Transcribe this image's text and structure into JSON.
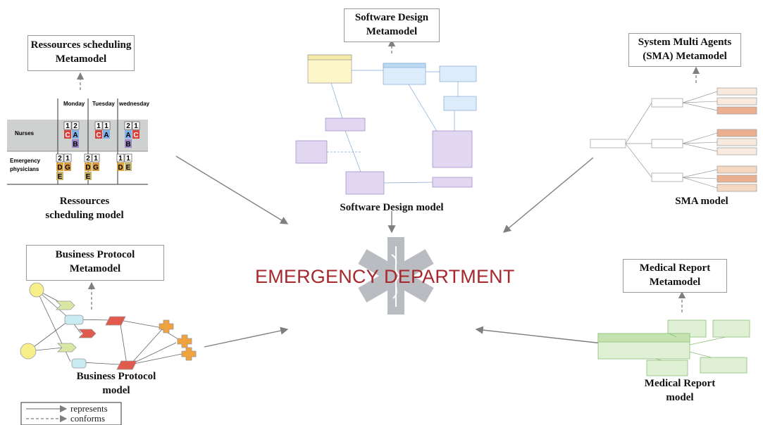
{
  "center": {
    "title": "EMERGENCY DEPARTMENT"
  },
  "metamodels": {
    "resources": [
      "Ressources scheduling",
      "Metamodel"
    ],
    "software": [
      "Software Design",
      "Metamodel"
    ],
    "sma": [
      "System Multi Agents",
      "(SMA) Metamodel"
    ],
    "business": [
      "Business Protocol",
      "Metamodel"
    ],
    "medical": [
      "Medical Report",
      "Metamodel"
    ]
  },
  "models": {
    "resources": [
      "Ressources",
      "scheduling model"
    ],
    "software": [
      "Software Design model"
    ],
    "sma": [
      "SMA model"
    ],
    "business": [
      "Business Protocol",
      "model"
    ],
    "medical": [
      "Medical Report",
      "model"
    ]
  },
  "schedule": {
    "days": [
      "Monday",
      "Tuesday",
      "wednesday"
    ],
    "rows": [
      "Nurses",
      "Emergency",
      "physicians"
    ]
  },
  "legend": {
    "represents": "represents",
    "conforms": "conforms"
  },
  "colors": {
    "title": "#a6282d",
    "arrow": "#7f7f7f"
  }
}
